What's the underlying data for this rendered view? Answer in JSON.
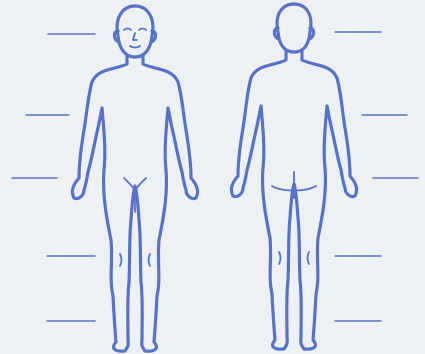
{
  "colors": {
    "background": "#eef1f4",
    "outline": "#5773c9",
    "outline_light": "#aab7e4",
    "label_line": "#5773c9"
  },
  "figures": [
    {
      "view": "front",
      "face_features": true
    },
    {
      "view": "back",
      "face_features": false
    }
  ],
  "label_lines": {
    "left_side": 5,
    "right_side": 5
  }
}
